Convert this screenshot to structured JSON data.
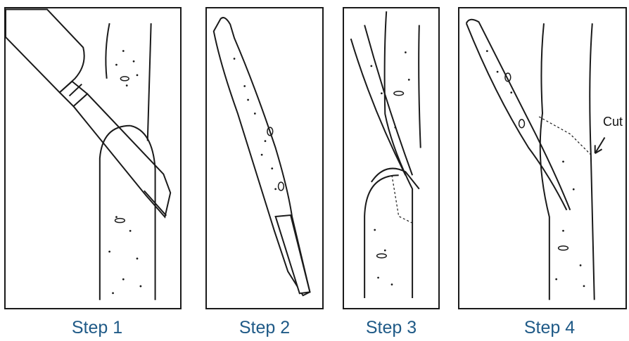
{
  "steps": [
    {
      "label": "Step 1"
    },
    {
      "label": "Step 2"
    },
    {
      "label": "Step 3"
    },
    {
      "label": "Step 4"
    }
  ],
  "annotation": {
    "cut_label": "Cut"
  },
  "colors": {
    "caption": "#1f5a87",
    "line": "#1a1a1a"
  }
}
